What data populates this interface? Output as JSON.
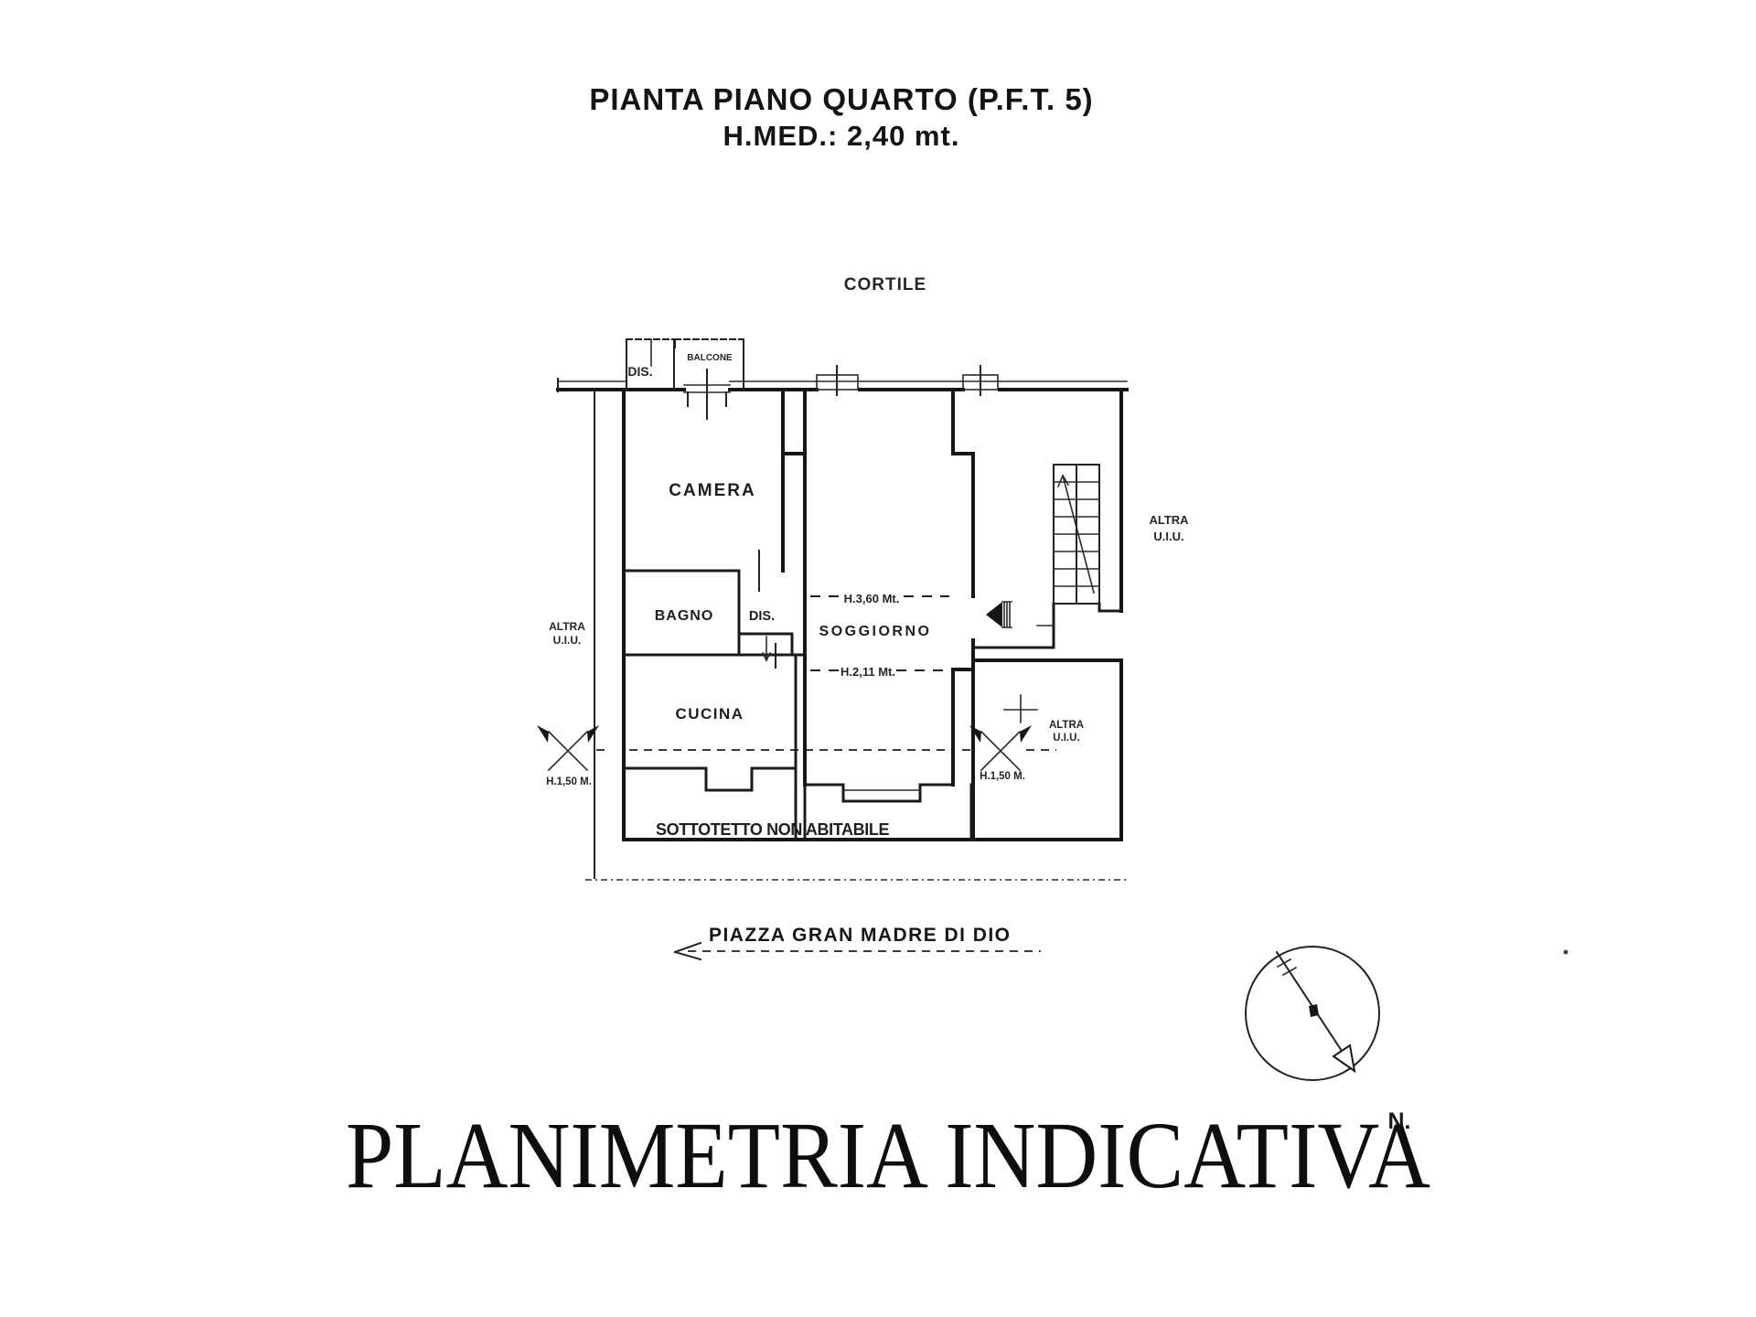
{
  "colors": {
    "background": "#ffffff",
    "ink": "#161616"
  },
  "header": {
    "title": "PIANTA PIANO QUARTO (P.F.T. 5)",
    "subtitle": "H.MED.: 2,40 mt."
  },
  "plan": {
    "context": {
      "courtyard": "CORTILE",
      "street": "PIAZZA GRAN MADRE DI DIO",
      "adjacent_left": {
        "line1": "ALTRA",
        "line2": "U.I.U."
      },
      "adjacent_right": {
        "line1": "ALTRA",
        "line2": "U.I.U."
      },
      "adjacent_bottom": {
        "line1": "ALTRA",
        "line2": "U.I.U."
      }
    },
    "rooms": {
      "closet_top": "DIS.",
      "balcony": "BALCONE",
      "bedroom": "CAMERA",
      "bathroom": "BAGNO",
      "hallway": "DIS.",
      "living_room": "SOGGIORNO",
      "kitchen": "CUCINA",
      "attic": "SOTTOTETTO NON ABITABILE"
    },
    "heights": {
      "living_upper": "H.3,60 Mt.",
      "living_lower": "H.2,11 Mt.",
      "left_marker": "H.1,50 M.",
      "right_marker": "H.1,50 M."
    }
  },
  "compass": {
    "north": "N."
  },
  "footer": {
    "caption": "PLANIMETRIA INDICATIVA"
  }
}
